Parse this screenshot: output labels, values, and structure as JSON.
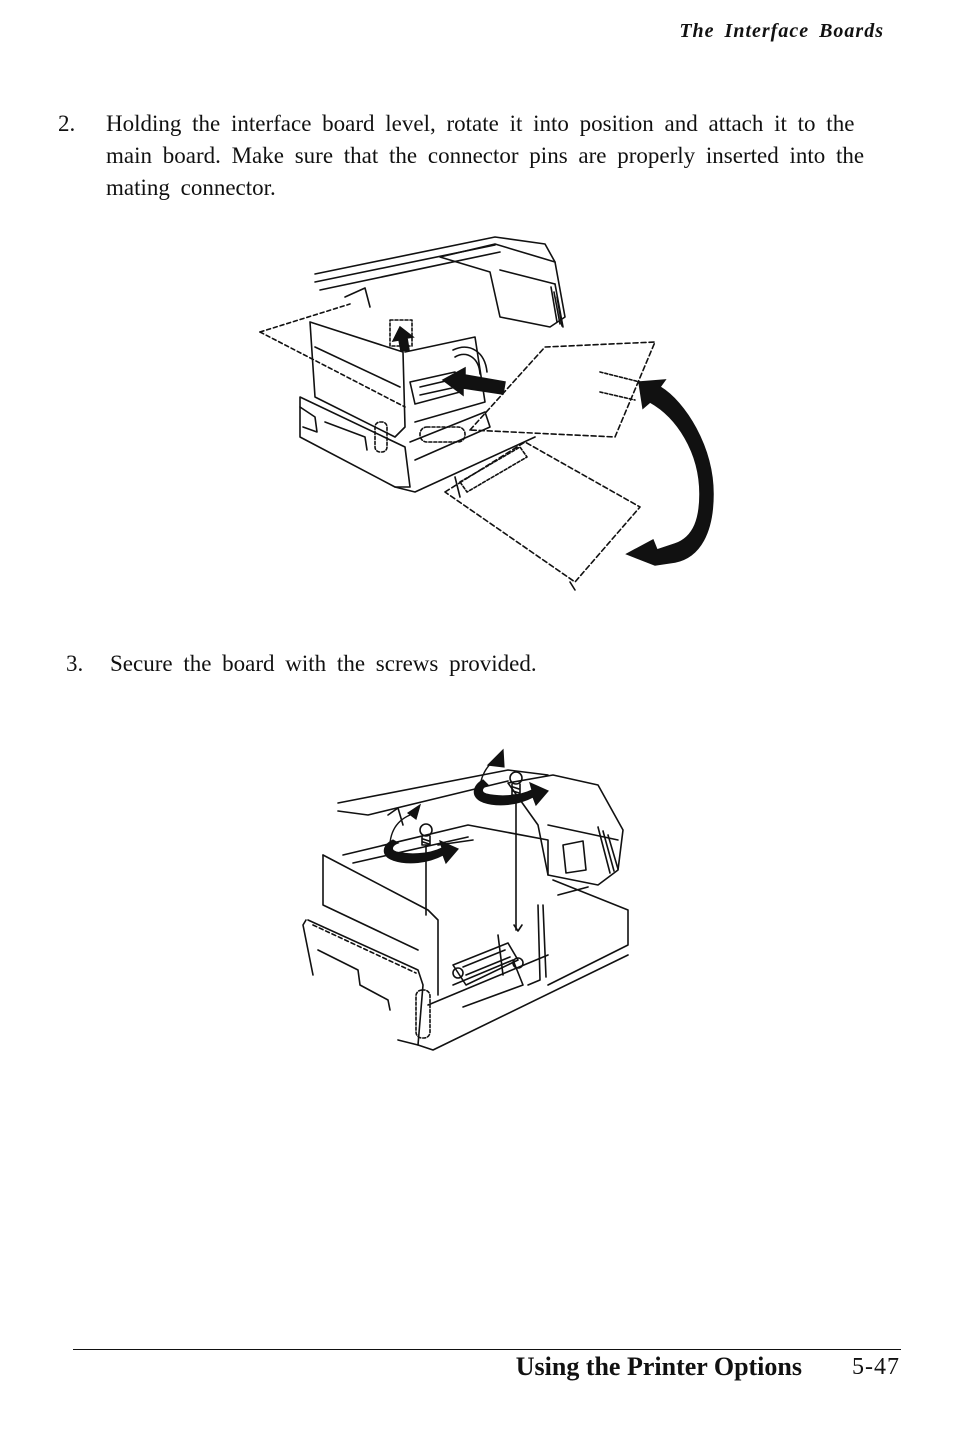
{
  "header": {
    "running_title": "The Interface Boards"
  },
  "steps": [
    {
      "number": "2.",
      "text": "Holding the interface board level, rotate it into position and attach it to the main board. Make sure that the connector pins are properly inserted into the mating connector."
    },
    {
      "number": "3.",
      "text": "Secure the board with the screws provided."
    }
  ],
  "figures": [
    {
      "name": "interface-board-rotate-into-position"
    },
    {
      "name": "interface-board-secure-with-screws"
    }
  ],
  "footer": {
    "section_title": "Using the Printer Options",
    "page_number": "5-47"
  }
}
